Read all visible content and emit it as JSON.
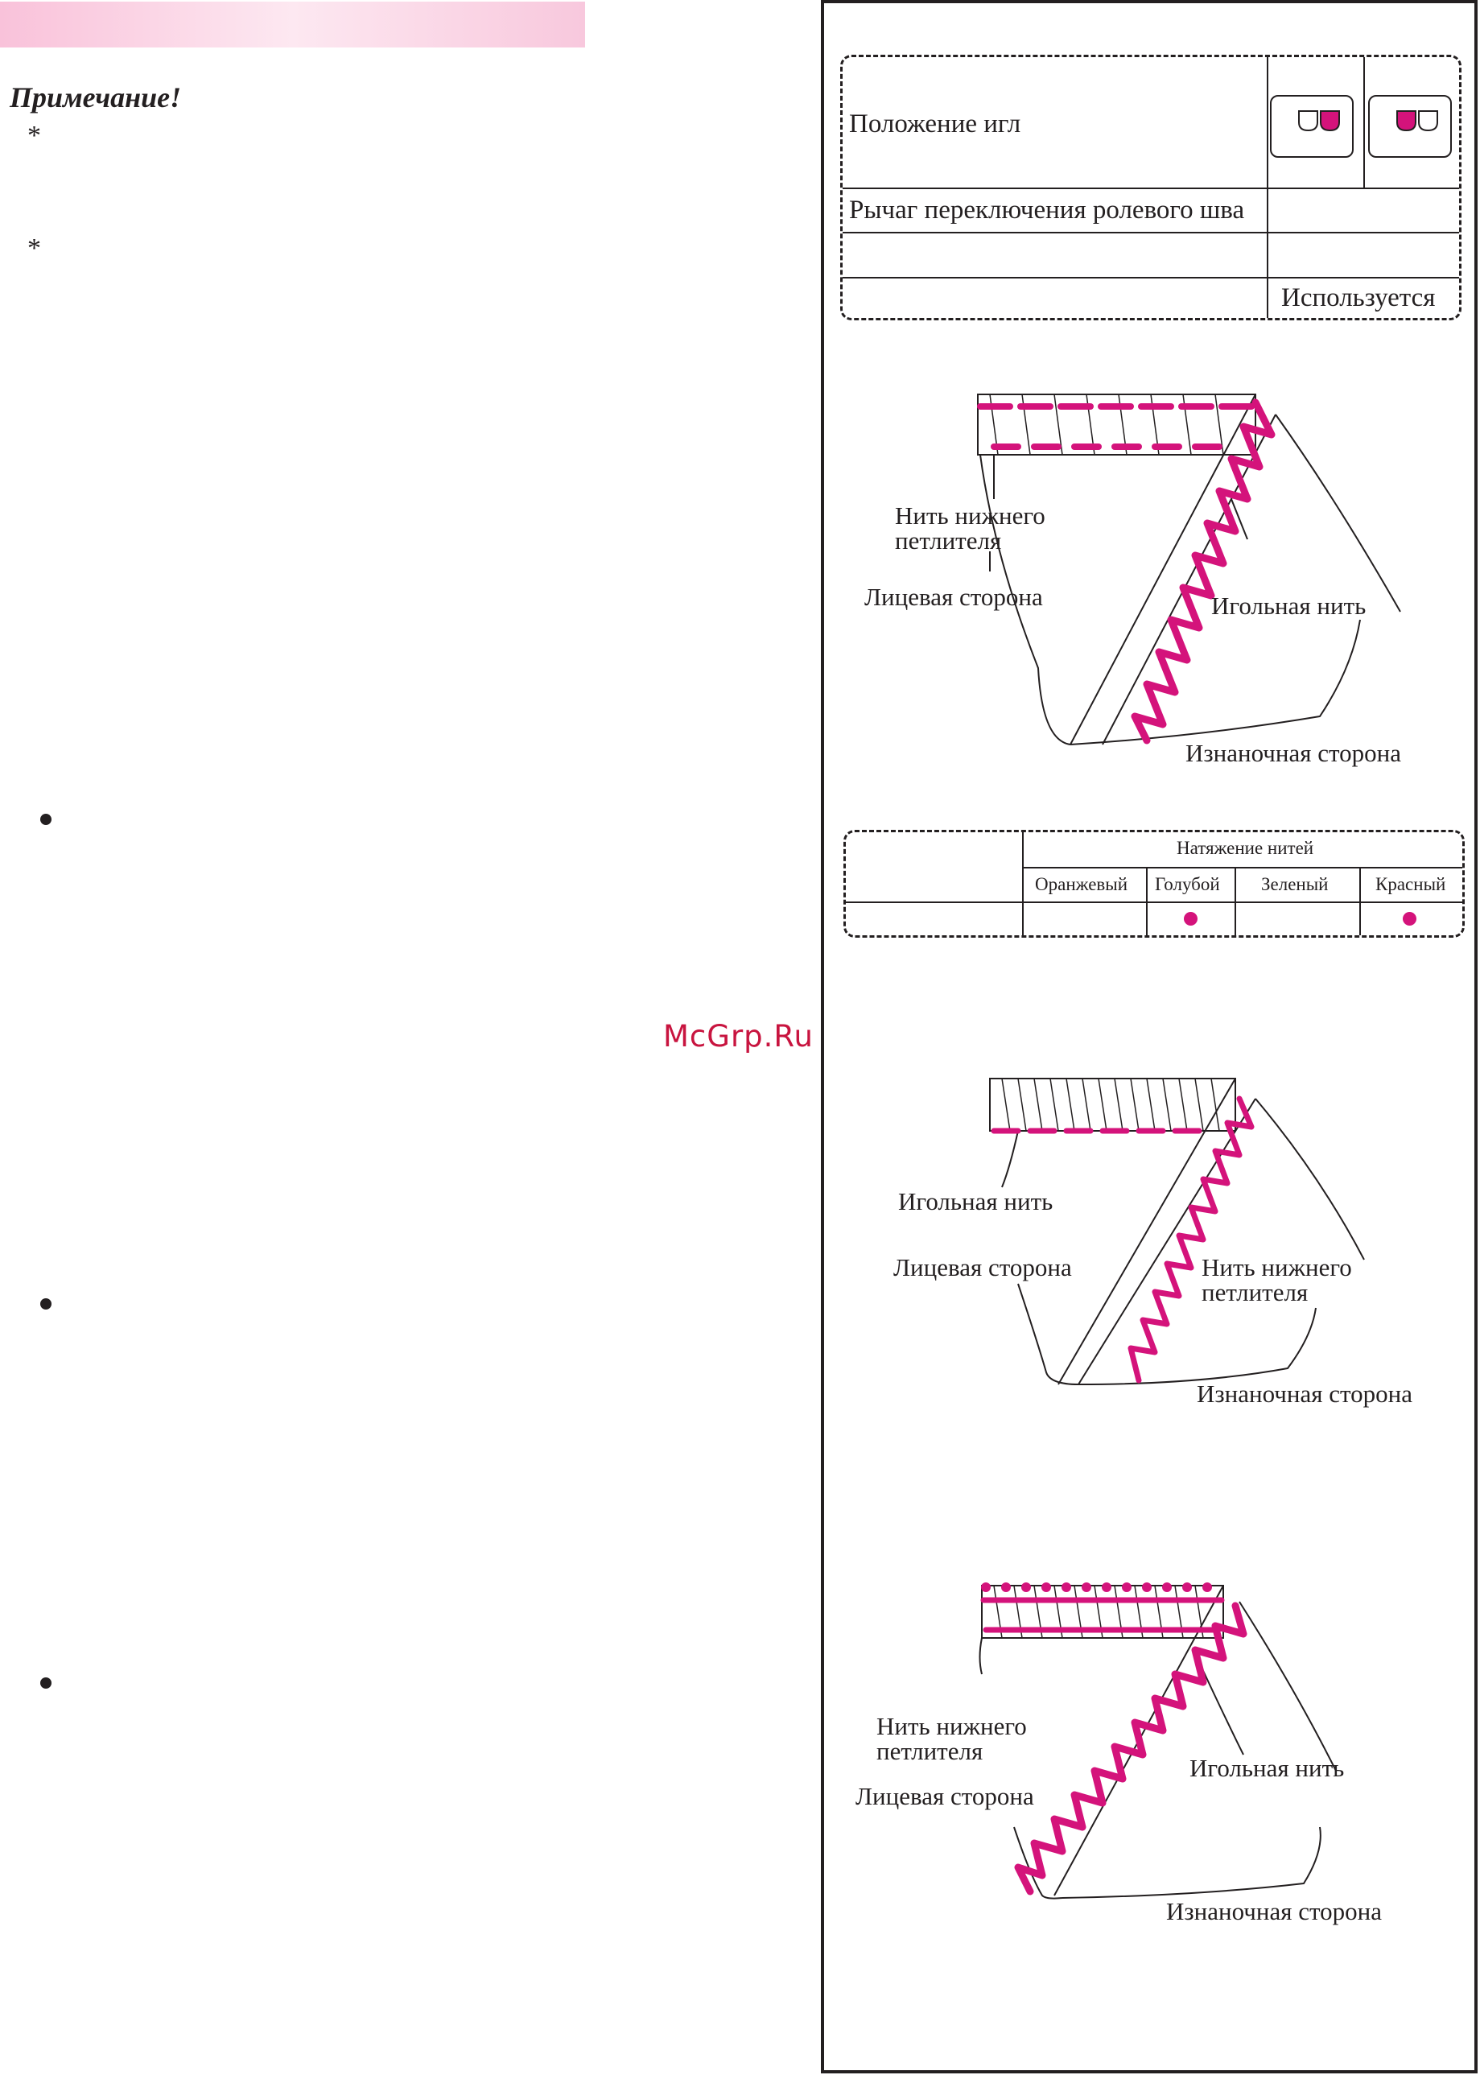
{
  "note": {
    "title": "Примечание!",
    "star": "*"
  },
  "watermark": "McGrp.Ru",
  "needle_table": {
    "row1_label": "Положение игл",
    "row2_label": "Рычаг переключения ролевого шва",
    "row4_value": "Используется"
  },
  "diagram1": {
    "lower_looper": "Нить нижнего петлителя",
    "face_side": "Лицевая сторона",
    "needle_thread": "Игольная нить",
    "reverse_side": "Изнаночная сторона"
  },
  "tension_table": {
    "header": "Натяжение нитей",
    "columns": [
      "Оранжевый",
      "Голубой",
      "Зеленый",
      "Красный"
    ],
    "marked": [
      false,
      true,
      false,
      true
    ]
  },
  "diagram2": {
    "needle_thread": "Игольная нить",
    "face_side": "Лицевая сторона",
    "lower_looper": "Нить нижнего петлителя",
    "reverse_side": "Изнаночная сторона"
  },
  "diagram3": {
    "lower_looper": "Нить нижнего петлителя",
    "face_side": "Лицевая сторона",
    "needle_thread": "Игольная нить",
    "reverse_side": "Изнаночная сторона"
  },
  "colors": {
    "accent": "#d4137b",
    "ink": "#231f20",
    "watermark": "#c8143f"
  }
}
